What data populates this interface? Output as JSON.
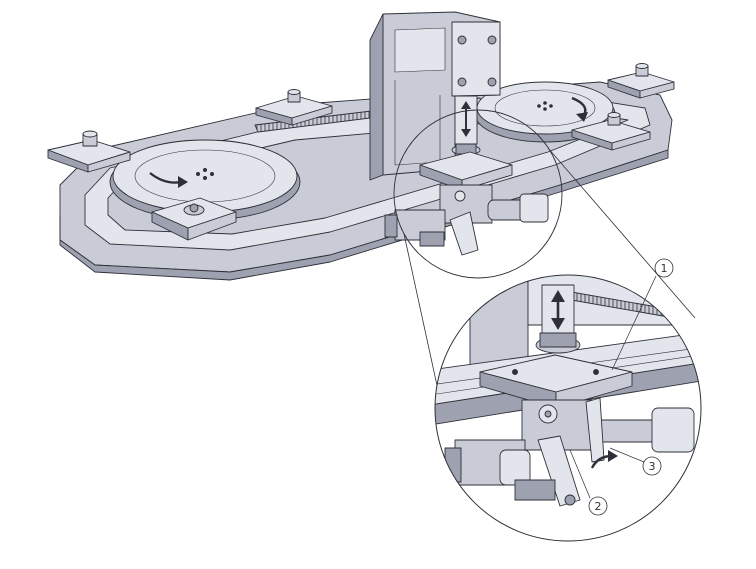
{
  "figure": {
    "callouts": [
      {
        "number": "1"
      },
      {
        "number": "2"
      },
      {
        "number": "3"
      }
    ],
    "icons": [
      "rotation-arrow-icon",
      "vertical-motion-arrow-icon",
      "pivot-arrow-icon"
    ],
    "colors": {
      "steel": "#c9ccd6",
      "steel_light": "#e3e5ec",
      "steel_dark": "#9ea2b0",
      "outline": "#2e3038",
      "detail_bg": "#ffffff"
    }
  }
}
